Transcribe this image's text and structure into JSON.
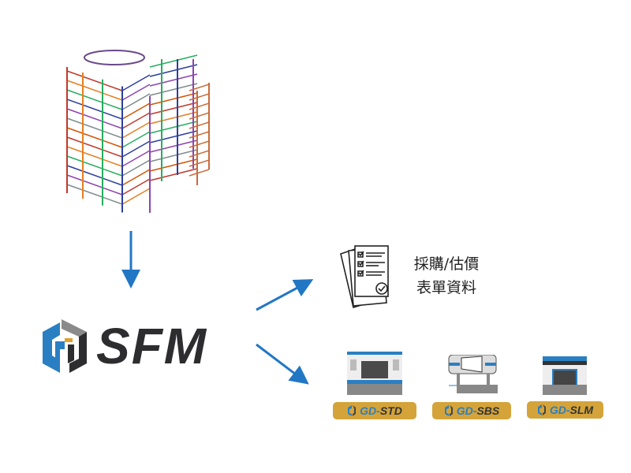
{
  "logo": {
    "text": "SFM"
  },
  "output_document": {
    "line1": "採購/估價",
    "line2": "表單資料"
  },
  "machines": [
    {
      "label_prefix": "GD-",
      "label_suffix": "STD"
    },
    {
      "label_prefix": "GD-",
      "label_suffix": "SBS"
    },
    {
      "label_prefix": "GD-",
      "label_suffix": "SLM"
    }
  ],
  "colors": {
    "arrow": "#2277c4",
    "logo_blue": "#2a7fc3",
    "logo_gray": "#8a8a8a",
    "logo_dark": "#2d2d2f",
    "badge": "#d4a43a"
  }
}
